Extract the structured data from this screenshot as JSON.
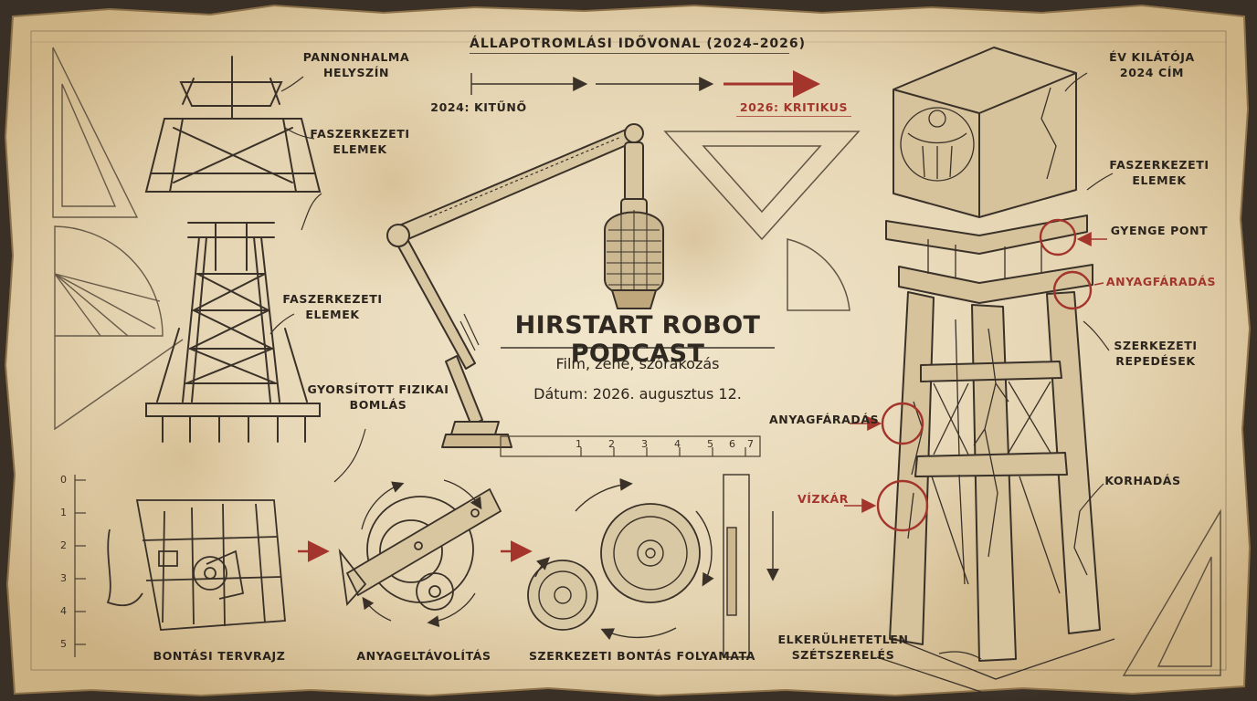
{
  "podcast": {
    "title": "HIRSTART ROBOT PODCAST",
    "subtitle": "Film, zene, szórakozás",
    "date_line": "Dátum: 2026. augusztus 12."
  },
  "timeline": {
    "title": "ÁLLAPOTROMLÁSI IDŐVONAL (2024–2026)",
    "start_label": "2024: KITŰNŐ",
    "end_label": "2026: KRITIKUS"
  },
  "left_tower": {
    "location": "PANNONHALMA\nHELYSZÍN",
    "elements_1": "FASZERKEZETI\nELEMEK",
    "elements_2": "FASZERKEZETI\nELEMEK",
    "decay": "GYORSÍTOTT FIZIKAI\nBOMLÁS"
  },
  "process": {
    "step_1": "BONTÁSI TERVRAJZ",
    "step_2": "ANYAGELTÁVOLÍTÁS",
    "step_3": "SZERKEZETI BONTÁS FOLYAMATA"
  },
  "right_tower": {
    "award": "ÉV KILÁTÓJA\n2024 CÍM",
    "elements": "FASZERKEZETI\nELEMEK",
    "weak_point": "GYENGE PONT",
    "fatigue_top": "ANYAGFÁRADÁS",
    "cracks": "SZERKEZETI\nREPEDÉSEK",
    "fatigue_left": "ANYAGFÁRADÁS",
    "water_damage": "VÍZKÁR",
    "rot": "KORHADÁS",
    "disassembly": "ELKERÜLHETETLEN\nSZÉTSZERELÉS"
  },
  "rulers": {
    "bottom_ticks": [
      "1",
      "2",
      "3",
      "4",
      "5",
      "6",
      "7"
    ],
    "left_ticks": [
      "0",
      "1",
      "2",
      "3",
      "4",
      "5"
    ]
  },
  "colors": {
    "paper": "#e6d7b8",
    "ink": "#2b241d",
    "accent_red": "#a3352c"
  }
}
